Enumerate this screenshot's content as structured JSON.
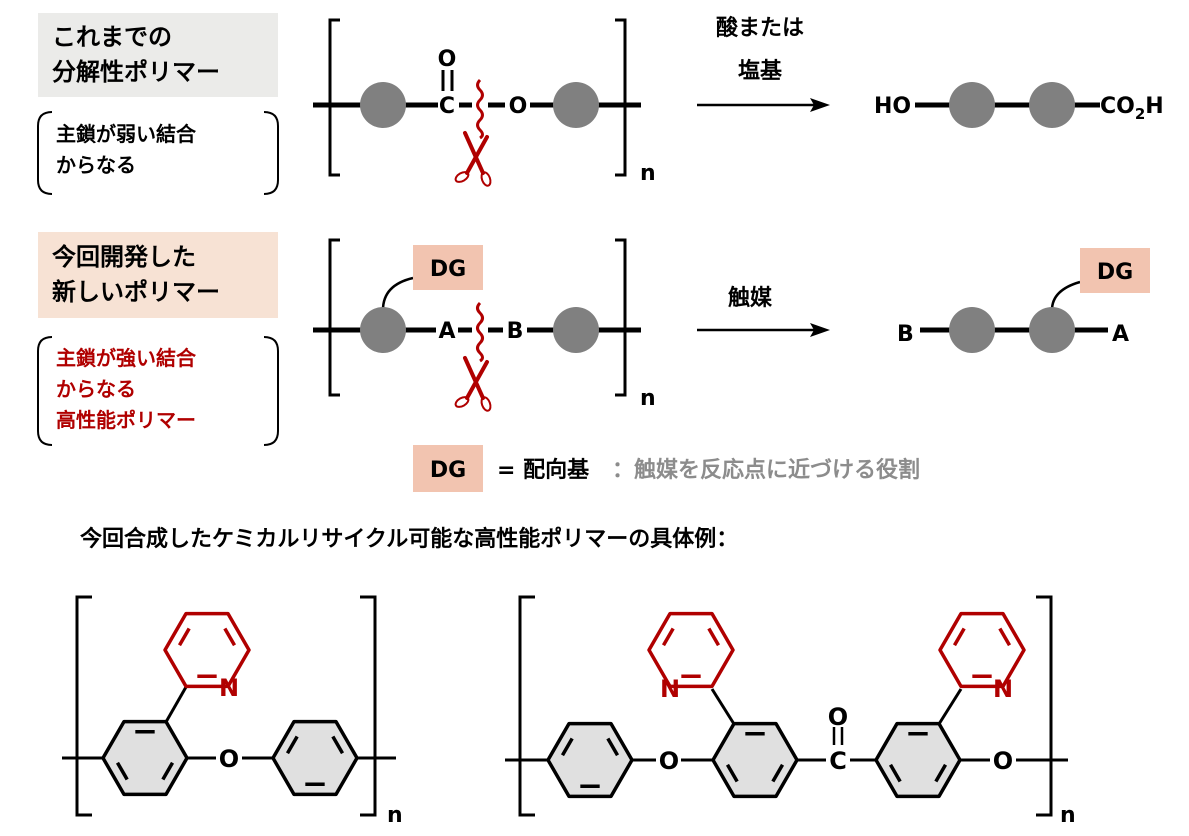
{
  "old_polymer": {
    "title_line1": "これまでの",
    "title_line2": "分解性ポリマー",
    "note_line1": "主鎖が弱い結合",
    "note_line2": "からなる",
    "atoms": {
      "carbonyl_o": "O",
      "carbon": "C",
      "ester_o": "O",
      "n": "n"
    },
    "conditions_line1": "酸または",
    "conditions_line2": "塩基",
    "product_left": "HO",
    "product_right": "CO",
    "product_right_sub": "2",
    "product_right_end": "H"
  },
  "new_polymer": {
    "title_line1": "今回開発した",
    "title_line2": "新しいポリマー",
    "note_line1": "主鎖が強い結合",
    "note_line2": "からなる",
    "note_line3": "高性能ポリマー",
    "dg": "DG",
    "atom_a": "A",
    "atom_b": "B",
    "n": "n",
    "conditions": "触媒",
    "product_left": "B",
    "product_right": "A",
    "product_dg": "DG"
  },
  "legend": {
    "dg": "DG",
    "definition": "= 配向基",
    "description": "：触媒を反応点に近づける役割"
  },
  "examples": {
    "heading": "今回合成したケミカルリサイクル可能な高性能ポリマーの具体例：",
    "polymer1": {
      "o": "O",
      "n_atom": "N",
      "n": "n"
    },
    "polymer2": {
      "o1": "O",
      "o2": "O",
      "carbonyl_o": "O",
      "c": "C",
      "n_atom1": "N",
      "n_atom2": "N",
      "n": "n"
    }
  },
  "colors": {
    "red": "#b00000",
    "gray_box": "#ebebe9",
    "peach_box": "#f7e2d4",
    "dg_box": "#f2c4b0",
    "node": "#808080",
    "ring_fill": "#e0e0e0"
  }
}
